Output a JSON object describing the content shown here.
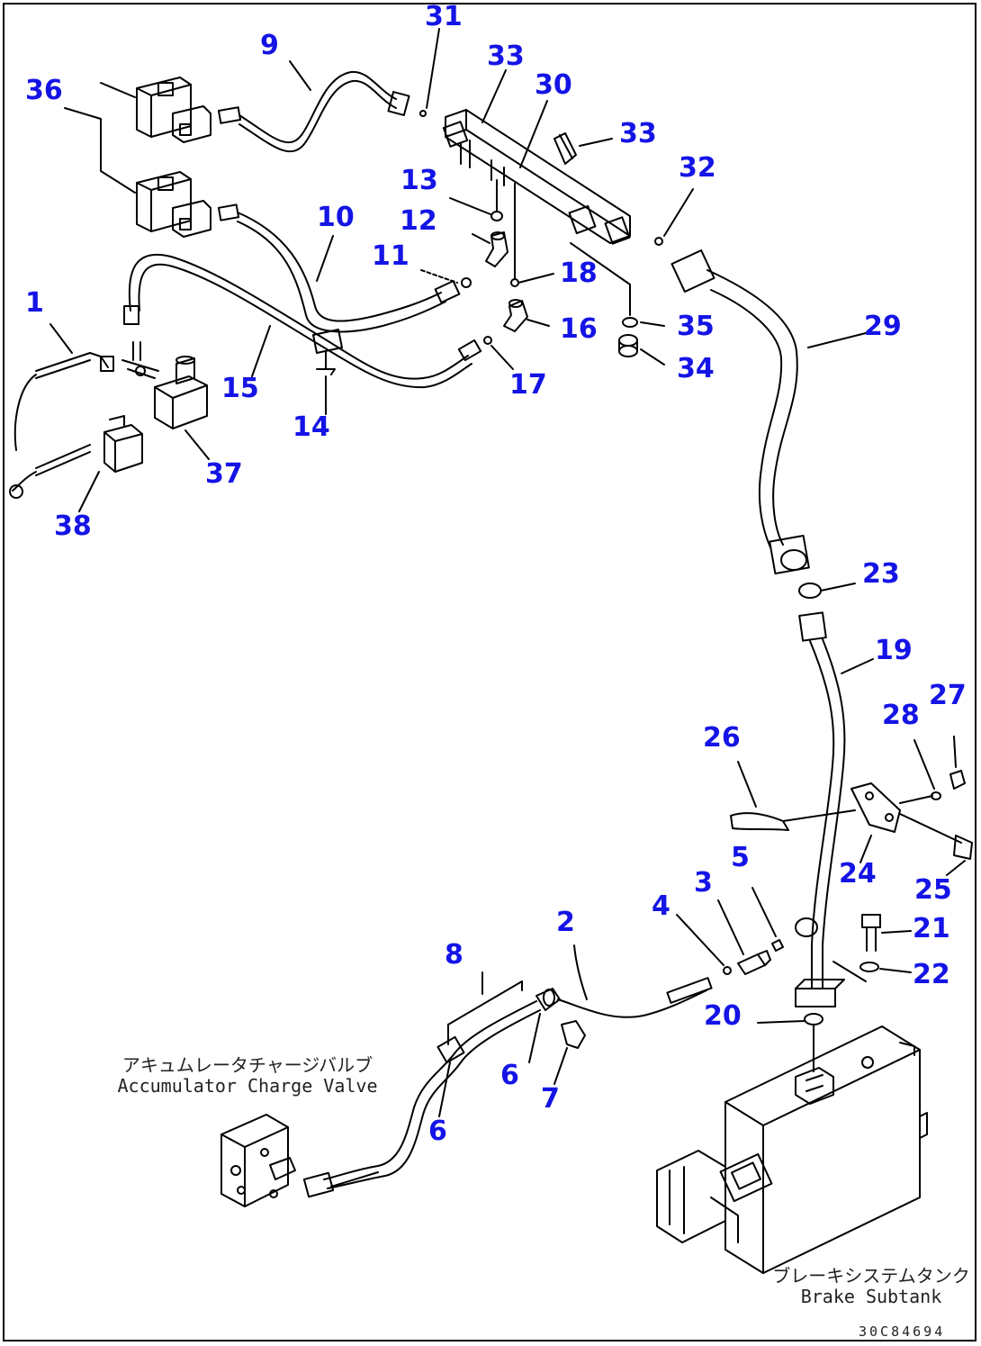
{
  "diagram": {
    "callouts": [
      {
        "id": "c1",
        "text": "1"
      },
      {
        "id": "c2",
        "text": "2"
      },
      {
        "id": "c3",
        "text": "3"
      },
      {
        "id": "c4",
        "text": "4"
      },
      {
        "id": "c5",
        "text": "5"
      },
      {
        "id": "c6a",
        "text": "6"
      },
      {
        "id": "c6b",
        "text": "6"
      },
      {
        "id": "c7",
        "text": "7"
      },
      {
        "id": "c8",
        "text": "8"
      },
      {
        "id": "c9",
        "text": "9"
      },
      {
        "id": "c10",
        "text": "10"
      },
      {
        "id": "c11",
        "text": "11"
      },
      {
        "id": "c12",
        "text": "12"
      },
      {
        "id": "c13",
        "text": "13"
      },
      {
        "id": "c14",
        "text": "14"
      },
      {
        "id": "c15",
        "text": "15"
      },
      {
        "id": "c16",
        "text": "16"
      },
      {
        "id": "c17",
        "text": "17"
      },
      {
        "id": "c18",
        "text": "18"
      },
      {
        "id": "c19",
        "text": "19"
      },
      {
        "id": "c20",
        "text": "20"
      },
      {
        "id": "c21",
        "text": "21"
      },
      {
        "id": "c22",
        "text": "22"
      },
      {
        "id": "c23",
        "text": "23"
      },
      {
        "id": "c24",
        "text": "24"
      },
      {
        "id": "c25",
        "text": "25"
      },
      {
        "id": "c26",
        "text": "26"
      },
      {
        "id": "c27",
        "text": "27"
      },
      {
        "id": "c28",
        "text": "28"
      },
      {
        "id": "c29",
        "text": "29"
      },
      {
        "id": "c30",
        "text": "30"
      },
      {
        "id": "c31",
        "text": "31"
      },
      {
        "id": "c32",
        "text": "32"
      },
      {
        "id": "c33a",
        "text": "33"
      },
      {
        "id": "c33b",
        "text": "33"
      },
      {
        "id": "c34",
        "text": "34"
      },
      {
        "id": "c35",
        "text": "35"
      },
      {
        "id": "c36",
        "text": "36"
      },
      {
        "id": "c37",
        "text": "37"
      },
      {
        "id": "c38",
        "text": "38"
      }
    ],
    "captions": {
      "accumulator_jp": "アキュムレータチャージバルブ",
      "accumulator_en": "Accumulator Charge Valve",
      "tank_jp": "ブレーキシステムタンク",
      "tank_en": "Brake Subtank"
    },
    "doc_id": "30C84694"
  },
  "colors": {
    "callout": "#1414e6",
    "linework": "#000000"
  }
}
